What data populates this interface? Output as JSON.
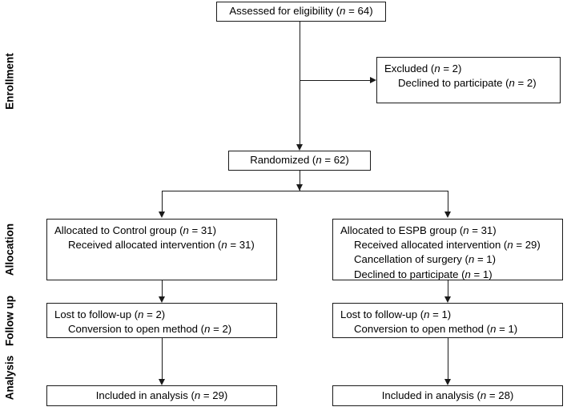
{
  "diagram": {
    "type": "consort-flow-diagram",
    "stage_labels": [
      {
        "id": "enrollment",
        "text": "Enrollment"
      },
      {
        "id": "allocation",
        "text": "Allocation"
      },
      {
        "id": "followup",
        "text": "Follow up"
      },
      {
        "id": "analysis",
        "text": "Analysis"
      }
    ],
    "boxes": {
      "assessed": {
        "lines": [
          {
            "text": "Assessed for eligibility (",
            "n_italic": "n",
            "eq": " = 64)"
          }
        ],
        "full_text": "Assessed for eligibility (n = 64)"
      },
      "excluded": {
        "l1_pre": "Excluded (",
        "l1_n": "n",
        "l1_post": " = 2)",
        "l2_pre": "Declined to participate (",
        "l2_n": "n",
        "l2_post": " = 2)",
        "full_text": "Excluded (n = 2) Declined to participate (n = 2)"
      },
      "randomized": {
        "pre": "Randomized (",
        "n": "n",
        "post": " = 62)",
        "full_text": "Randomized (n = 62)"
      },
      "alloc_control": {
        "l1_pre": "Allocated to Control group (",
        "l1_n": "n",
        "l1_post": " = 31)",
        "l2_pre": "Received allocated intervention (",
        "l2_n": "n",
        "l2_post": " = 31)",
        "full_text": "Allocated to Control group (n = 31) Received allocated intervention (n = 31)"
      },
      "alloc_espb": {
        "l1_pre": "Allocated to ESPB group (",
        "l1_n": "n",
        "l1_post": " = 31)",
        "l2_pre": "Received allocated intervention (",
        "l2_n": "n",
        "l2_post": " = 29)",
        "l3_pre": "Cancellation of surgery (",
        "l3_n": "n",
        "l3_post": " = 1)",
        "l4_pre": "Declined to participate (",
        "l4_n": "n",
        "l4_post": " = 1)",
        "full_text": "Allocated to ESPB group (n = 31) Received allocated intervention (n = 29) Cancellation of surgery (n = 1) Declined to participate (n = 1)"
      },
      "followup_control": {
        "l1_pre": "Lost to follow-up (",
        "l1_n": "n",
        "l1_post": " = 2)",
        "l2_pre": "Conversion to open method (",
        "l2_n": "n",
        "l2_post": " = 2)",
        "full_text": "Lost to follow-up (n = 2) Conversion to open method (n = 2)"
      },
      "followup_espb": {
        "l1_pre": "Lost to follow-up (",
        "l1_n": "n",
        "l1_post": " = 1)",
        "l2_pre": "Conversion to open method (",
        "l2_n": "n",
        "l2_post": " = 1)",
        "full_text": "Lost to follow-up (n = 1) Conversion to open method (n = 1)"
      },
      "analysis_control": {
        "pre": "Included in analysis (",
        "n": "n",
        "post": " = 29)",
        "full_text": "Included in analysis (n = 29)"
      },
      "analysis_espb": {
        "pre": "Included in analysis (",
        "n": "n",
        "post": " = 28)",
        "full_text": "Included in analysis (n = 28)"
      }
    },
    "colors": {
      "stroke": "#1a1a1a",
      "background": "#ffffff",
      "text": "#000000"
    }
  }
}
